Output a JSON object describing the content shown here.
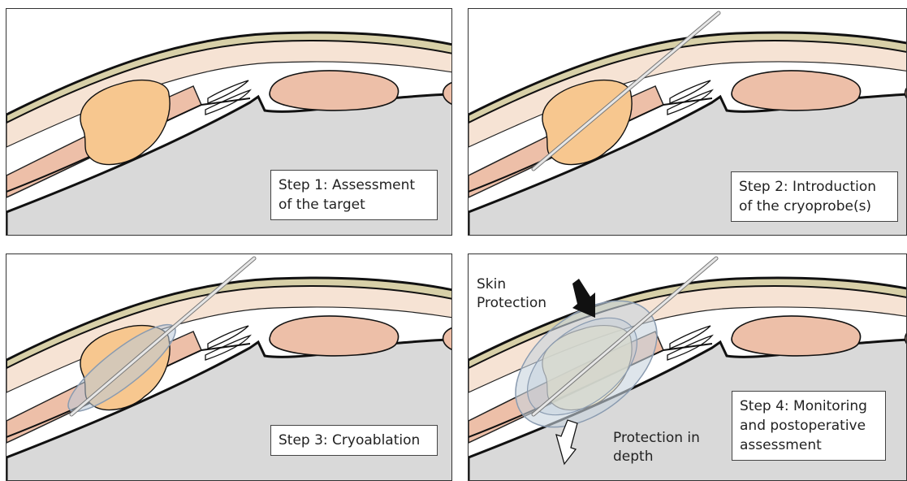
{
  "steps": [
    {
      "line1": "Step 1: Assessment",
      "line2": "of the target"
    },
    {
      "line1": "Step 2: Introduction",
      "line2": "of the cryoprobe(s)"
    },
    {
      "line1": "Step 3: Cryoablation"
    },
    {
      "line1": "Step 4: Monitoring",
      "line2": "and postoperative",
      "line3": "assessment"
    }
  ],
  "annotations": {
    "skin_line1": "Skin",
    "skin_line2": "Protection",
    "depth_line1": "Protection in",
    "depth_line2": "depth"
  },
  "colors": {
    "lung": "#d9d9d9",
    "muscle": "#edbfa8",
    "fat": "#f6e3d4",
    "skin": "#d8d0a8",
    "tumor": "#f7c78f",
    "ice_ball": "#b9c8d8",
    "probe": "#e6e6e6"
  }
}
